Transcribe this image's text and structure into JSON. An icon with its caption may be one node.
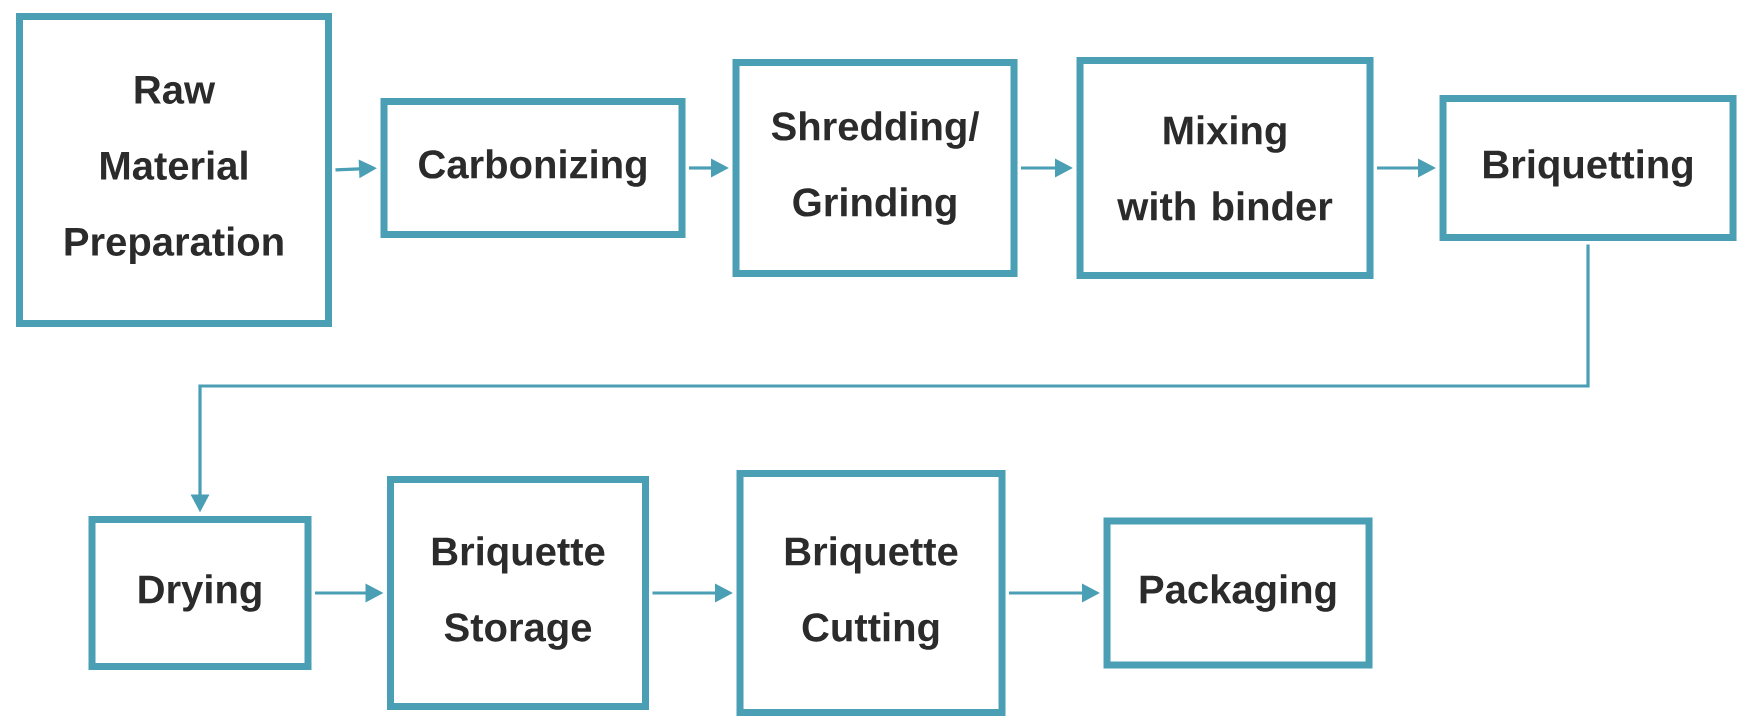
{
  "diagram": {
    "nodes": [
      {
        "text": [
          "Raw Material Preparation"
        ]
      },
      {
        "text": [
          "Carbonizing"
        ]
      },
      {
        "text": [
          "Shredding/ Grinding"
        ]
      },
      {
        "text": [
          "Mixing with binder"
        ]
      },
      {
        "text": [
          "Briquetting"
        ]
      },
      {
        "text": [
          "Drying"
        ]
      },
      {
        "text": [
          "Briquette Storage"
        ]
      },
      {
        "text": [
          "Briquette Cutting"
        ]
      },
      {
        "text": [
          "Packaging"
        ]
      }
    ],
    "edges": [
      {
        "from": 0,
        "to": 1,
        "arrow": "to"
      },
      {
        "from": 1,
        "to": 2,
        "arrow": "to"
      },
      {
        "from": 2,
        "to": 3,
        "arrow": "to"
      },
      {
        "from": 3,
        "to": 4,
        "arrow": "to"
      },
      {
        "from": 4,
        "to": 5,
        "arrow": "to"
      },
      {
        "from": 5,
        "to": 6,
        "arrow": "to"
      },
      {
        "from": 6,
        "to": 7,
        "arrow": "to"
      },
      {
        "from": 7,
        "to": 8,
        "arrow": "to"
      }
    ]
  }
}
